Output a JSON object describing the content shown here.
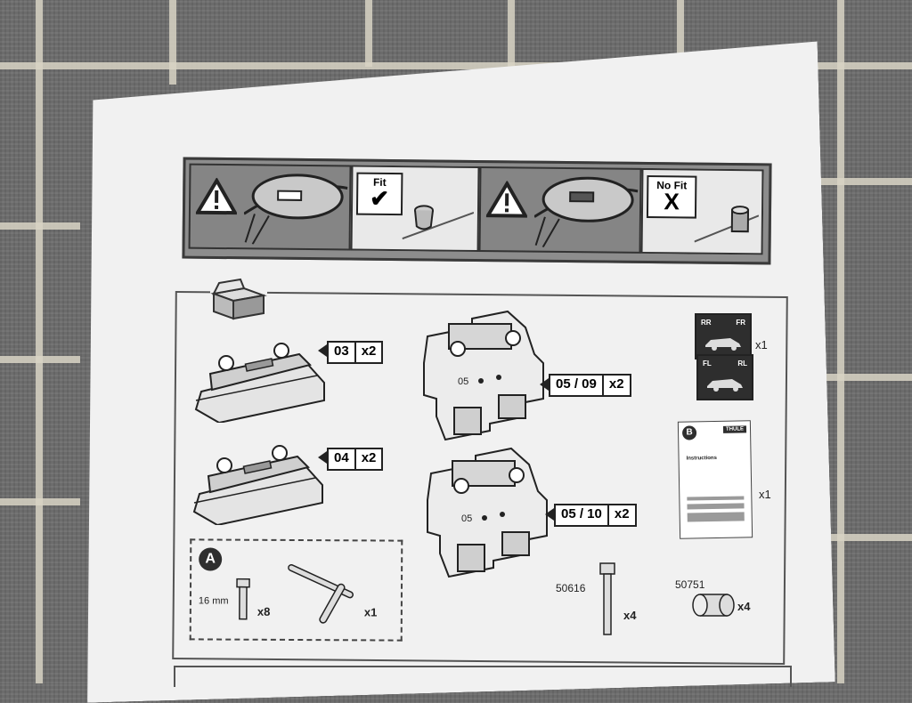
{
  "banner": {
    "fit_label": "Fit",
    "nofit_label": "No Fit",
    "fit_mark": "✔",
    "nofit_mark": "X"
  },
  "parts": [
    {
      "code": "03",
      "qty": "x2"
    },
    {
      "code": "04",
      "qty": "x2"
    },
    {
      "code": "05 / 09",
      "qty": "x2"
    },
    {
      "code": "05 / 10",
      "qty": "x2"
    }
  ],
  "bracket_stamp": "05",
  "decals": {
    "qty": "x1",
    "top": [
      "RR",
      "FR"
    ],
    "bottom": [
      "FL",
      "RL"
    ]
  },
  "manual": {
    "circle_letter": "B",
    "brand": "THULE",
    "heading": "Instructions",
    "qty": "x1"
  },
  "kit_a": {
    "letter": "A",
    "bolt_length": "16 mm",
    "bolt_qty": "x8",
    "tool_qty": "x1"
  },
  "bolt_50616": {
    "part_no": "50616",
    "qty": "x4"
  },
  "sleeve_50751": {
    "part_no": "50751",
    "qty": "x4"
  }
}
